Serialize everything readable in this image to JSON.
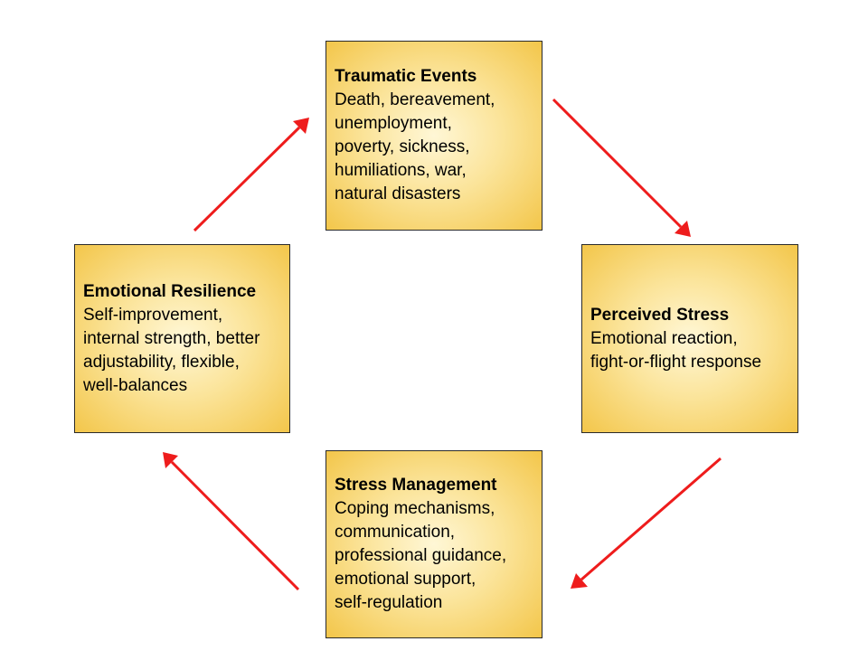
{
  "diagram": {
    "accent_arrow_color": "#ee1c1c",
    "node_fill_color": "#f6d062",
    "nodes": [
      {
        "id": "traumatic-events",
        "title": "Traumatic Events",
        "lines": [
          "Death, bereavement,",
          "unemployment,",
          "poverty, sickness,",
          "humiliations, war,",
          "natural disasters"
        ]
      },
      {
        "id": "perceived-stress",
        "title": "Perceived Stress",
        "lines": [
          "Emotional reaction,",
          "fight-or-flight response"
        ]
      },
      {
        "id": "stress-management",
        "title": "Stress Management",
        "lines": [
          "Coping mechanisms,",
          "communication,",
          "professional guidance,",
          "emotional support,",
          "self-regulation"
        ]
      },
      {
        "id": "emotional-resilience",
        "title": "Emotional Resilience",
        "lines": [
          "Self-improvement,",
          "internal strength, better",
          "adjustability, flexible,",
          "well-balances"
        ]
      }
    ],
    "edges": [
      {
        "from": "traumatic-events",
        "to": "perceived-stress"
      },
      {
        "from": "perceived-stress",
        "to": "stress-management"
      },
      {
        "from": "stress-management",
        "to": "emotional-resilience"
      },
      {
        "from": "emotional-resilience",
        "to": "traumatic-events"
      }
    ]
  }
}
